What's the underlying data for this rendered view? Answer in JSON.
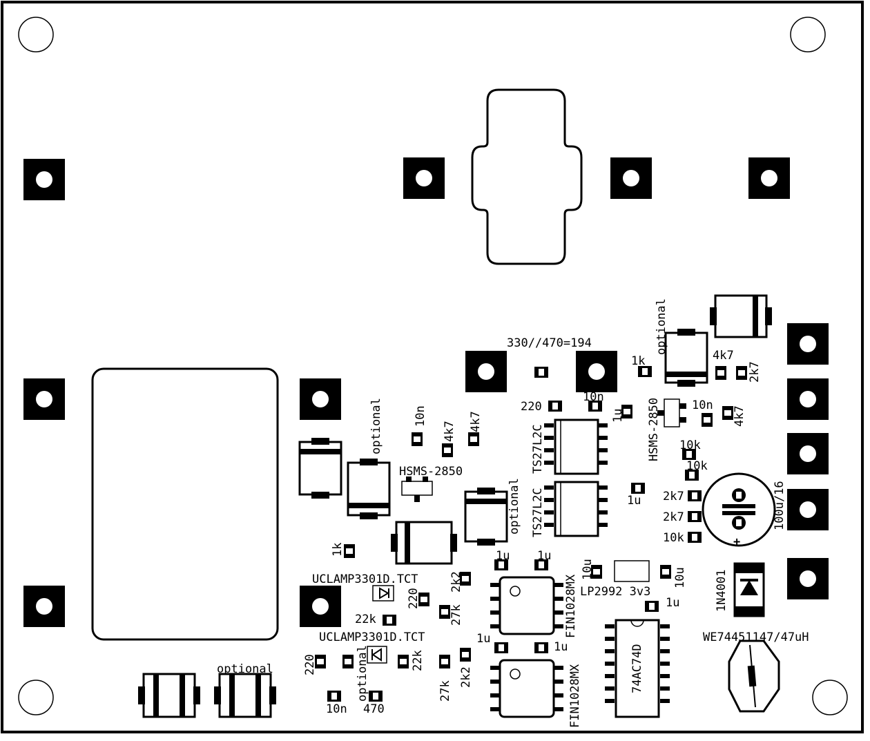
{
  "colors": {
    "ink": "#000000",
    "board": "#ffffff"
  },
  "labels": {
    "divider": "330//470=194",
    "hsms_a": "HSMS-2850",
    "hsms_b": "HSMS-2850",
    "optional_1": "optional",
    "optional_2": "optional",
    "optional_3": "optional",
    "optional_4": "optional",
    "optional_5": "optional",
    "r_10n_1": "10n",
    "r_4k7_1": "4k7",
    "r_4k7_2": "4k7",
    "r_1k_1": "1k",
    "r_1k_2": "1k",
    "r_4k7_3": "4k7",
    "r_2k7_1": "2k7",
    "r_220_1": "220",
    "r_10n_2": "10n",
    "r_1u_1": "1u",
    "r_10n_3": "10n",
    "r_4k7_4": "4k7",
    "ts_a": "TS27L2C",
    "ts_b": "TS27L2C",
    "r_1u_2": "1u",
    "r_10k_1": "10k",
    "r_10k_2": "10k",
    "r_2k7_2": "2k7",
    "r_2k7_3": "2k7",
    "r_10k_3": "10k",
    "cap_big": "100u/16",
    "r_1u_3": "1u",
    "r_1u_4": "1u",
    "uclamp_a": "UCLAMP3301D.TCT",
    "uclamp_b": "UCLAMP3301D.TCT",
    "r_2k2_1": "2k2",
    "r_220_2": "220",
    "r_27k_1": "27k",
    "r_22k_1": "22k",
    "fin_a": "FIN1028MX",
    "fin_b": "FIN1028MX",
    "r_10u_1": "10u",
    "r_10u_2": "10u",
    "lp": "LP2992 3v3",
    "r_1u_5": "1u",
    "diode": "1N4001",
    "inductor": "WE74451147/47uH",
    "r_1u_6": "1u",
    "r_1u_7": "1u",
    "r_220_3": "220",
    "r_22k_2": "22k",
    "r_27k_2": "27k",
    "r_2k2_2": "2k2",
    "r_10n_4": "10n",
    "r_470": "470",
    "flipflop": "74AC74D"
  }
}
